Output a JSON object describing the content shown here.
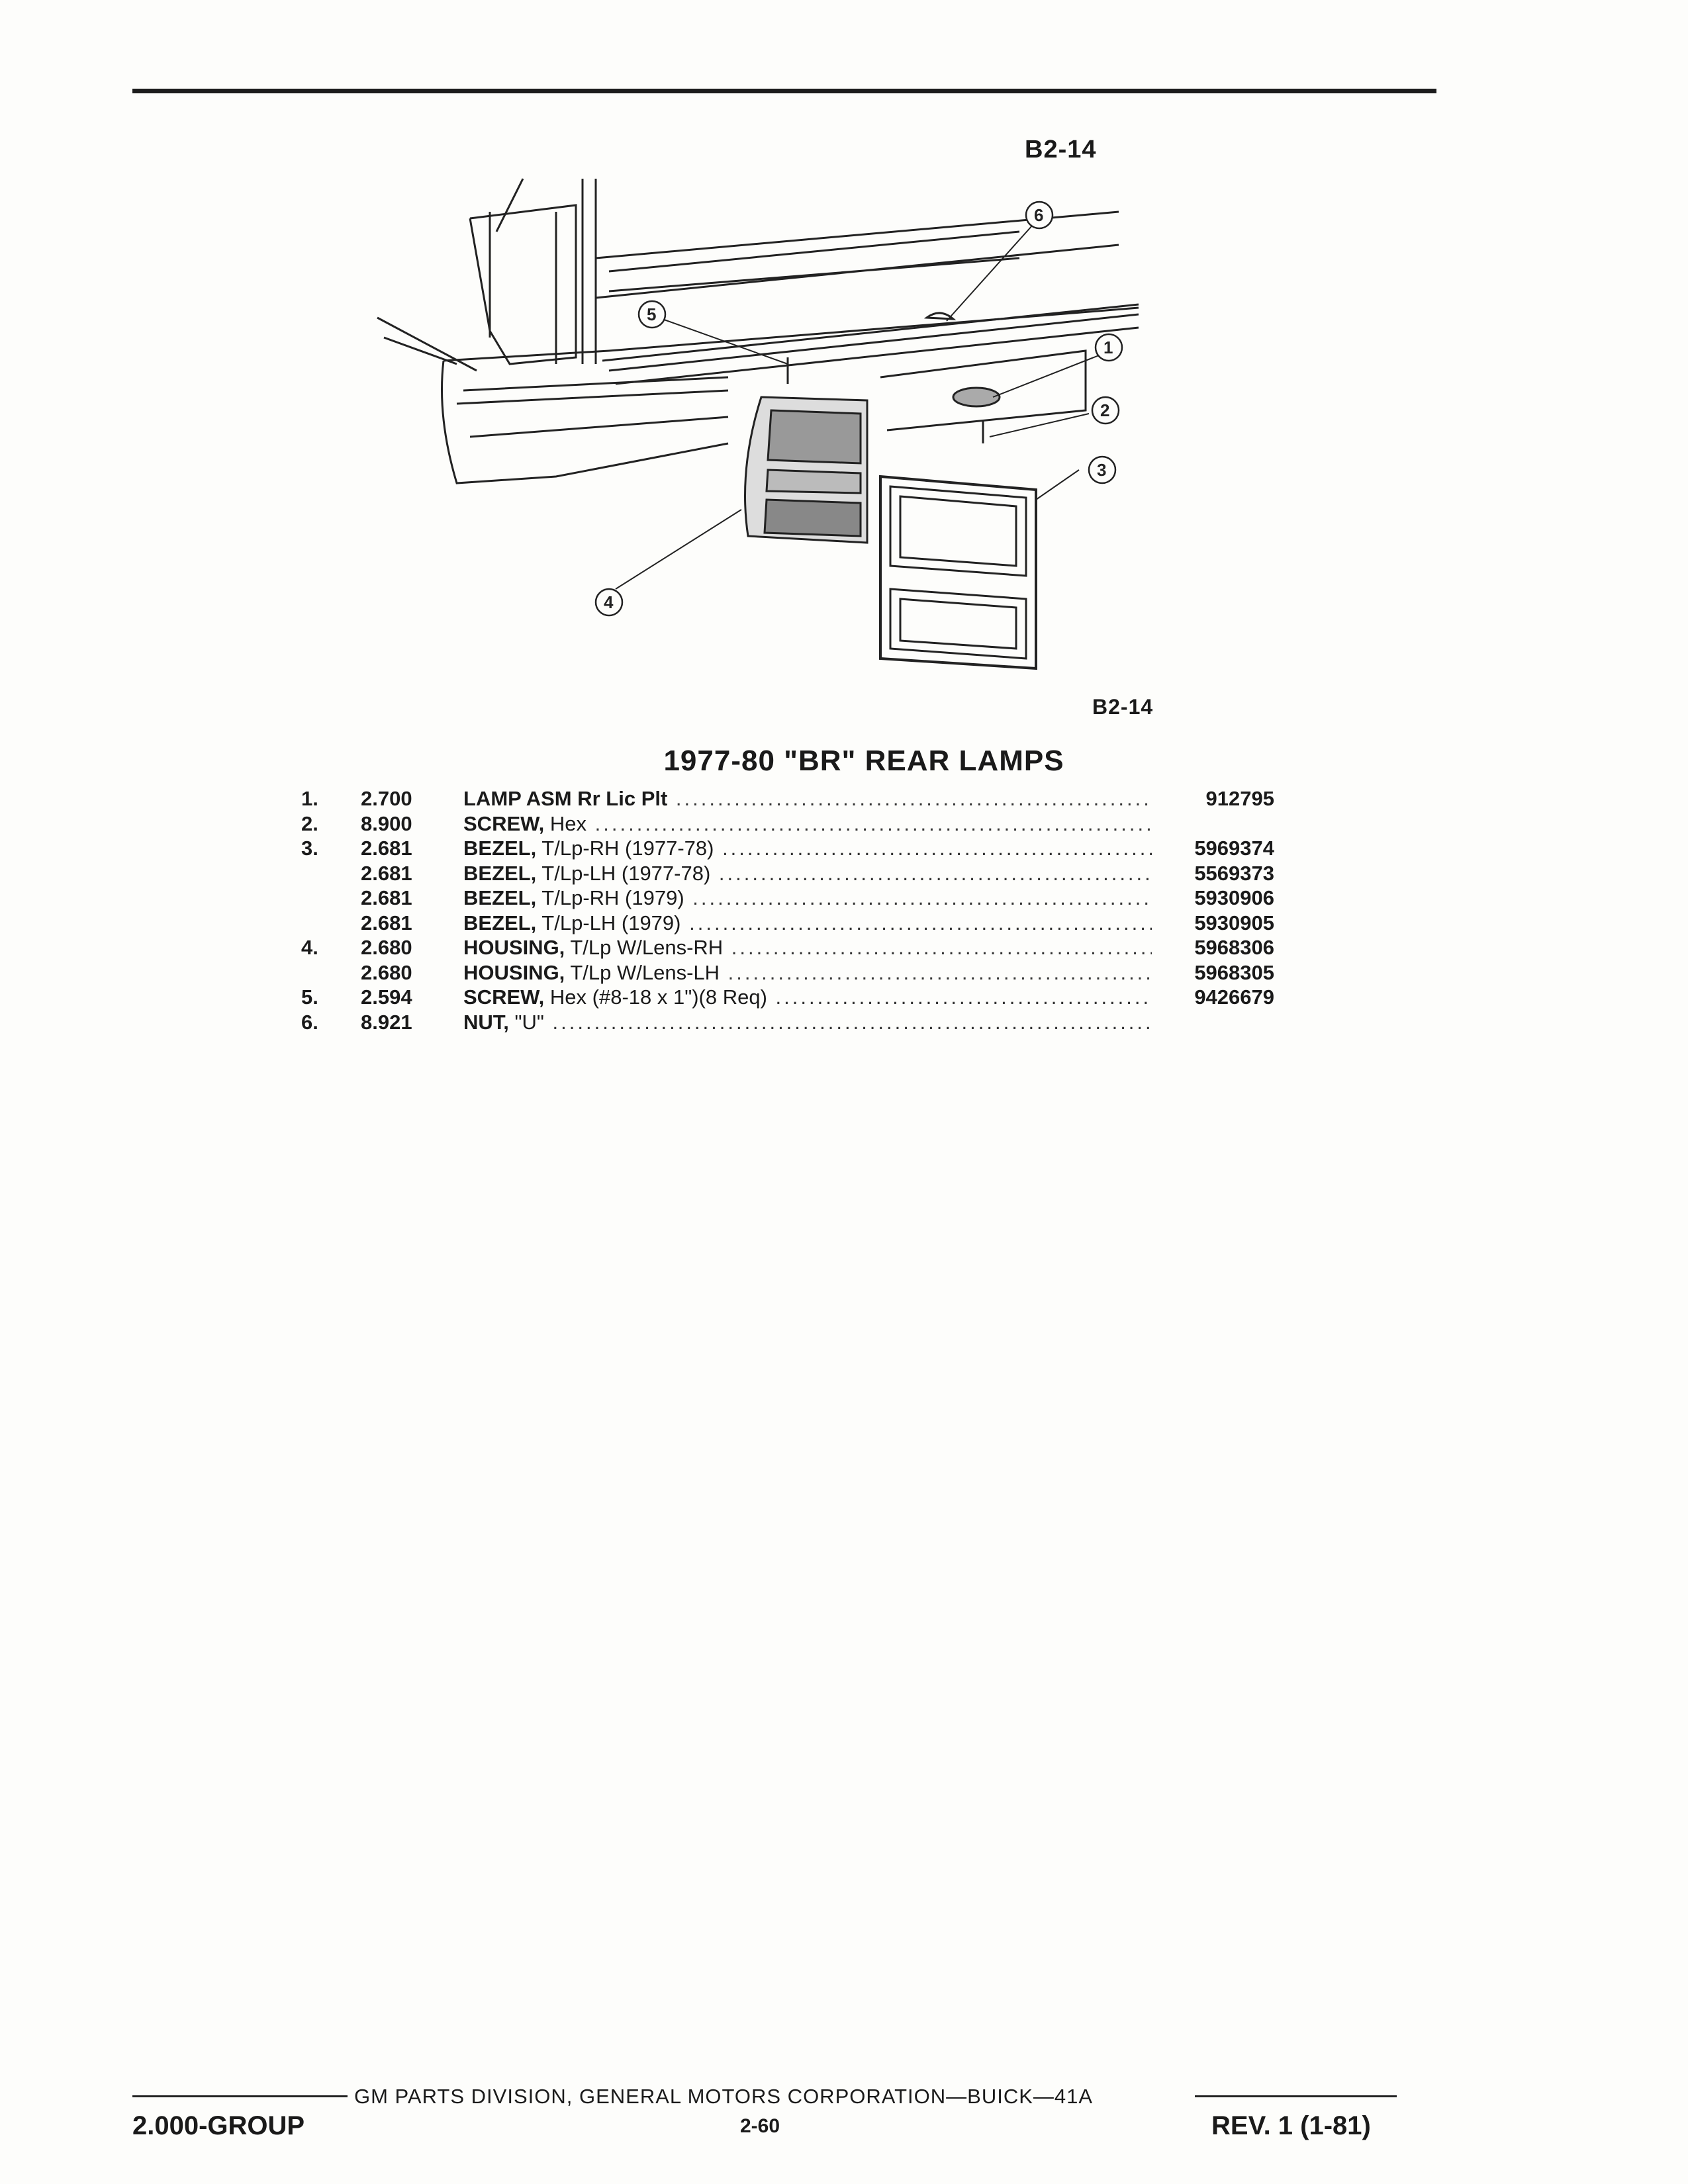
{
  "figure": {
    "label_top": "B2-14",
    "label_bottom": "B2-14",
    "callouts": [
      "1",
      "2",
      "3",
      "4",
      "5",
      "6"
    ]
  },
  "section_title": "1977-80 \"BR\" REAR LAMPS",
  "parts": [
    {
      "num": "1.",
      "group": "2.700",
      "lead": "LAMP ASM Rr Lic Plt",
      "rest": "",
      "part": "912795"
    },
    {
      "num": "2.",
      "group": "8.900",
      "lead": "SCREW,",
      "rest": " Hex",
      "part": ""
    },
    {
      "num": "3.",
      "group": "2.681",
      "lead": "BEZEL,",
      "rest": " T/Lp-RH (1977-78)",
      "part": "5969374"
    },
    {
      "num": "",
      "group": "2.681",
      "lead": "BEZEL,",
      "rest": " T/Lp-LH (1977-78)",
      "part": "5569373"
    },
    {
      "num": "",
      "group": "2.681",
      "lead": "BEZEL,",
      "rest": " T/Lp-RH (1979)",
      "part": "5930906"
    },
    {
      "num": "",
      "group": "2.681",
      "lead": "BEZEL,",
      "rest": " T/Lp-LH (1979)",
      "part": "5930905"
    },
    {
      "num": "4.",
      "group": "2.680",
      "lead": "HOUSING,",
      "rest": " T/Lp W/Lens-RH",
      "part": "5968306"
    },
    {
      "num": "",
      "group": "2.680",
      "lead": "HOUSING,",
      "rest": " T/Lp W/Lens-LH",
      "part": "5968305"
    },
    {
      "num": "5.",
      "group": "2.594",
      "lead": "SCREW,",
      "rest": " Hex (#8-18 x 1\")(8 Req)",
      "part": "9426679"
    },
    {
      "num": "6.",
      "group": "8.921",
      "lead": "NUT,",
      "rest": " \"U\"",
      "part": ""
    }
  ],
  "footer": {
    "center": "GM PARTS DIVISION, GENERAL MOTORS CORPORATION—BUICK—41A",
    "left": "2.000-GROUP",
    "page": "2-60",
    "right": "REV. 1 (1-81)"
  }
}
